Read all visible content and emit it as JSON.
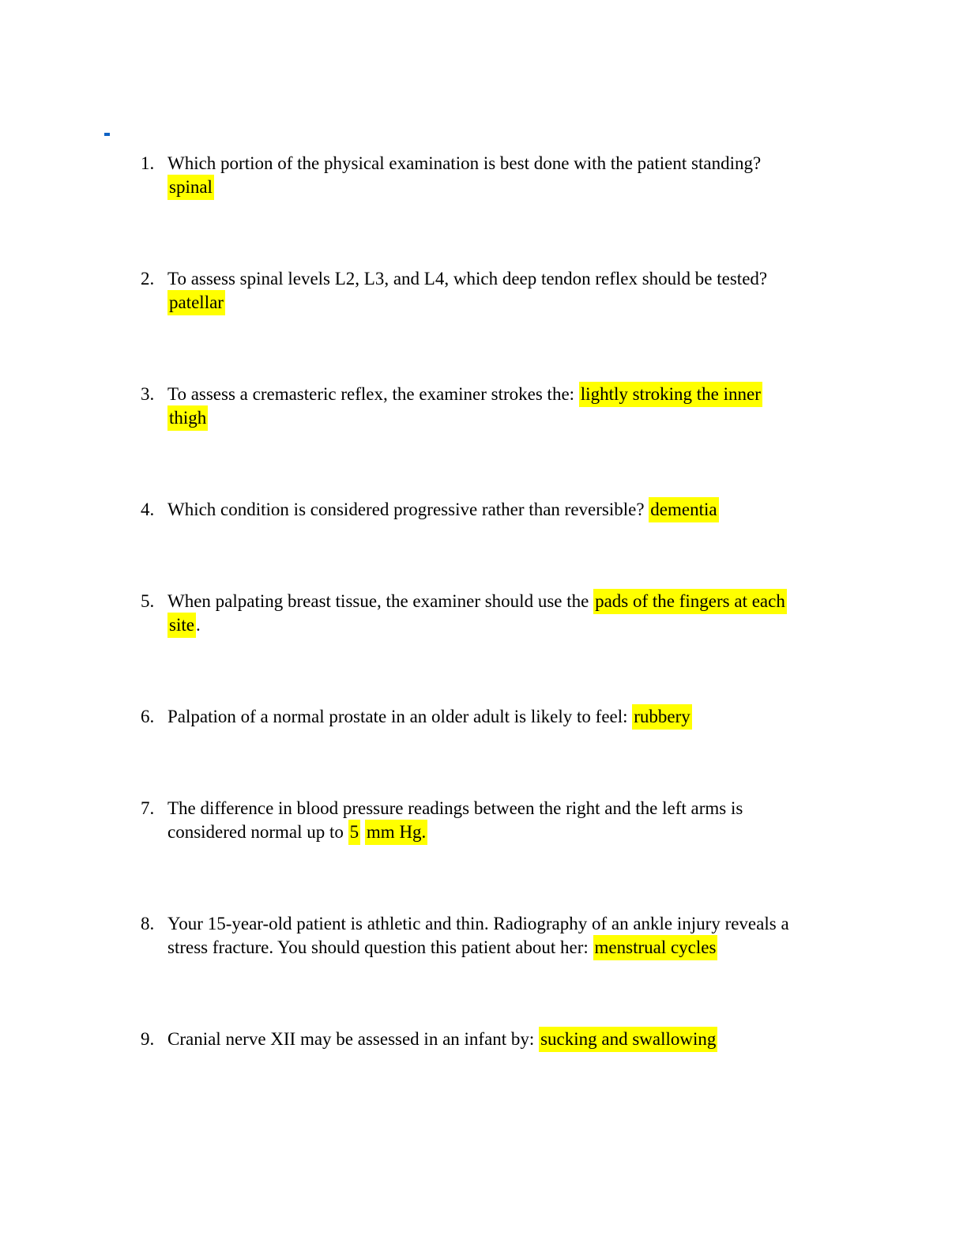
{
  "page": {
    "background": "#ffffff",
    "text_color": "#000000",
    "highlight_color": "#ffff00",
    "dash_color": "#0f62c4"
  },
  "questions": [
    {
      "number": "1.",
      "lines": [
        [
          {
            "text": "Which portion of the physical examination is best done with the patient standing?",
            "highlight": false
          }
        ],
        [
          {
            "text": "spinal",
            "highlight": true
          }
        ]
      ]
    },
    {
      "number": "2.",
      "lines": [
        [
          {
            "text": "To assess spinal levels L2, L3, and L4, which deep tendon reflex should be tested?",
            "highlight": false
          }
        ],
        [
          {
            "text": "patellar",
            "highlight": true
          }
        ]
      ]
    },
    {
      "number": "3.",
      "lines": [
        [
          {
            "text": "To assess a cremasteric reflex, the examiner strokes the: ",
            "highlight": false
          },
          {
            "text": "lightly stroking the inner",
            "highlight": true
          }
        ],
        [
          {
            "text": "thigh",
            "highlight": true
          }
        ]
      ]
    },
    {
      "number": "4.",
      "lines": [
        [
          {
            "text": "Which condition is considered progressive rather than reversible? ",
            "highlight": false
          },
          {
            "text": "dementia",
            "highlight": true
          }
        ]
      ]
    },
    {
      "number": "5.",
      "lines": [
        [
          {
            "text": "When palpating breast tissue, the examiner should use the ",
            "highlight": false
          },
          {
            "text": "pads of the fingers at each",
            "highlight": true
          }
        ],
        [
          {
            "text": "site",
            "highlight": true
          },
          {
            "text": ".",
            "highlight": false
          }
        ]
      ]
    },
    {
      "number": "6.",
      "lines": [
        [
          {
            "text": "Palpation of a normal prostate in an older adult is likely to feel: ",
            "highlight": false
          },
          {
            "text": "rubbery",
            "highlight": true
          }
        ]
      ]
    },
    {
      "number": "7.",
      "lines": [
        [
          {
            "text": "The difference in blood pressure readings between the right and the left arms is",
            "highlight": false
          }
        ],
        [
          {
            "text": "considered normal up to ",
            "highlight": false
          },
          {
            "text": "5",
            "highlight": true
          },
          {
            "text": " ",
            "highlight": false
          },
          {
            "text": "mm Hg.",
            "highlight": true
          }
        ]
      ]
    },
    {
      "number": "8.",
      "lines": [
        [
          {
            "text": "Your 15-year-old patient is athletic and thin. Radiography of an ankle injury reveals a",
            "highlight": false
          }
        ],
        [
          {
            "text": "stress fracture. You should question this patient about her: ",
            "highlight": false
          },
          {
            "text": "menstrual cycles",
            "highlight": true
          }
        ]
      ]
    },
    {
      "number": "9.",
      "lines": [
        [
          {
            "text": "Cranial nerve XII may be assessed in an infant by: ",
            "highlight": false
          },
          {
            "text": "sucking and swallowing",
            "highlight": true
          }
        ]
      ]
    }
  ]
}
